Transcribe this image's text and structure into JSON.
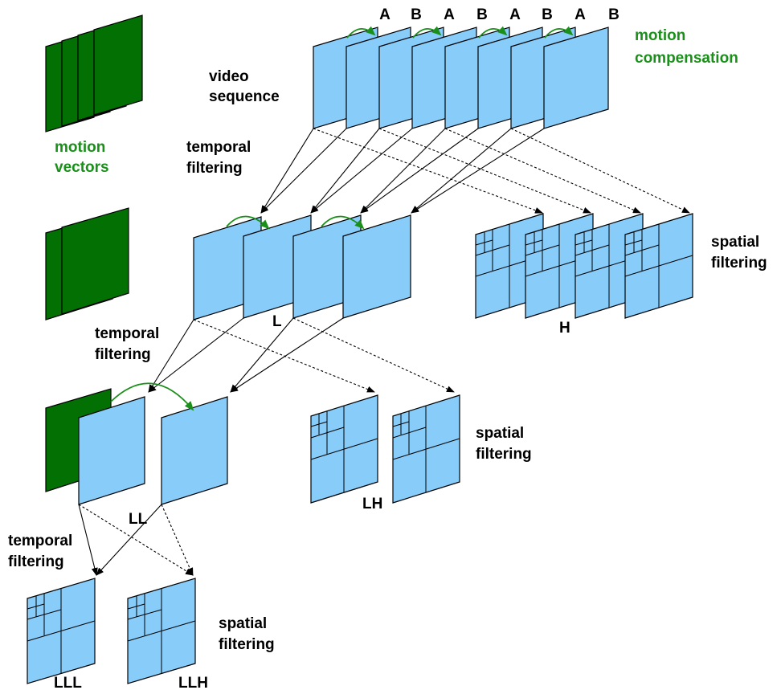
{
  "labels": {
    "motion_vectors": [
      "motion",
      "vectors"
    ],
    "video_sequence": [
      "video",
      "sequence"
    ],
    "motion_compensation": [
      "motion",
      "compensation"
    ],
    "temporal_filtering_1": [
      "temporal",
      "filtering"
    ],
    "temporal_filtering_2": [
      "temporal",
      "filtering"
    ],
    "temporal_filtering_3": [
      "temporal",
      "filtering"
    ],
    "spatial_filtering_1": [
      "spatial",
      "filtering"
    ],
    "spatial_filtering_2": [
      "spatial",
      "filtering"
    ],
    "spatial_filtering_3": [
      "spatial",
      "filtering"
    ],
    "band_L": "L",
    "band_H": "H",
    "band_LL": "LL",
    "band_LH": "LH",
    "band_LLL": "LLL",
    "band_LLH": "LLH",
    "frame_types": [
      "A",
      "B",
      "A",
      "B",
      "A",
      "B",
      "A",
      "B"
    ]
  },
  "colors": {
    "frame_fill": "#88ccfa",
    "motion_vector_fill": "#027002",
    "motion_text": "#1a8f1a"
  }
}
